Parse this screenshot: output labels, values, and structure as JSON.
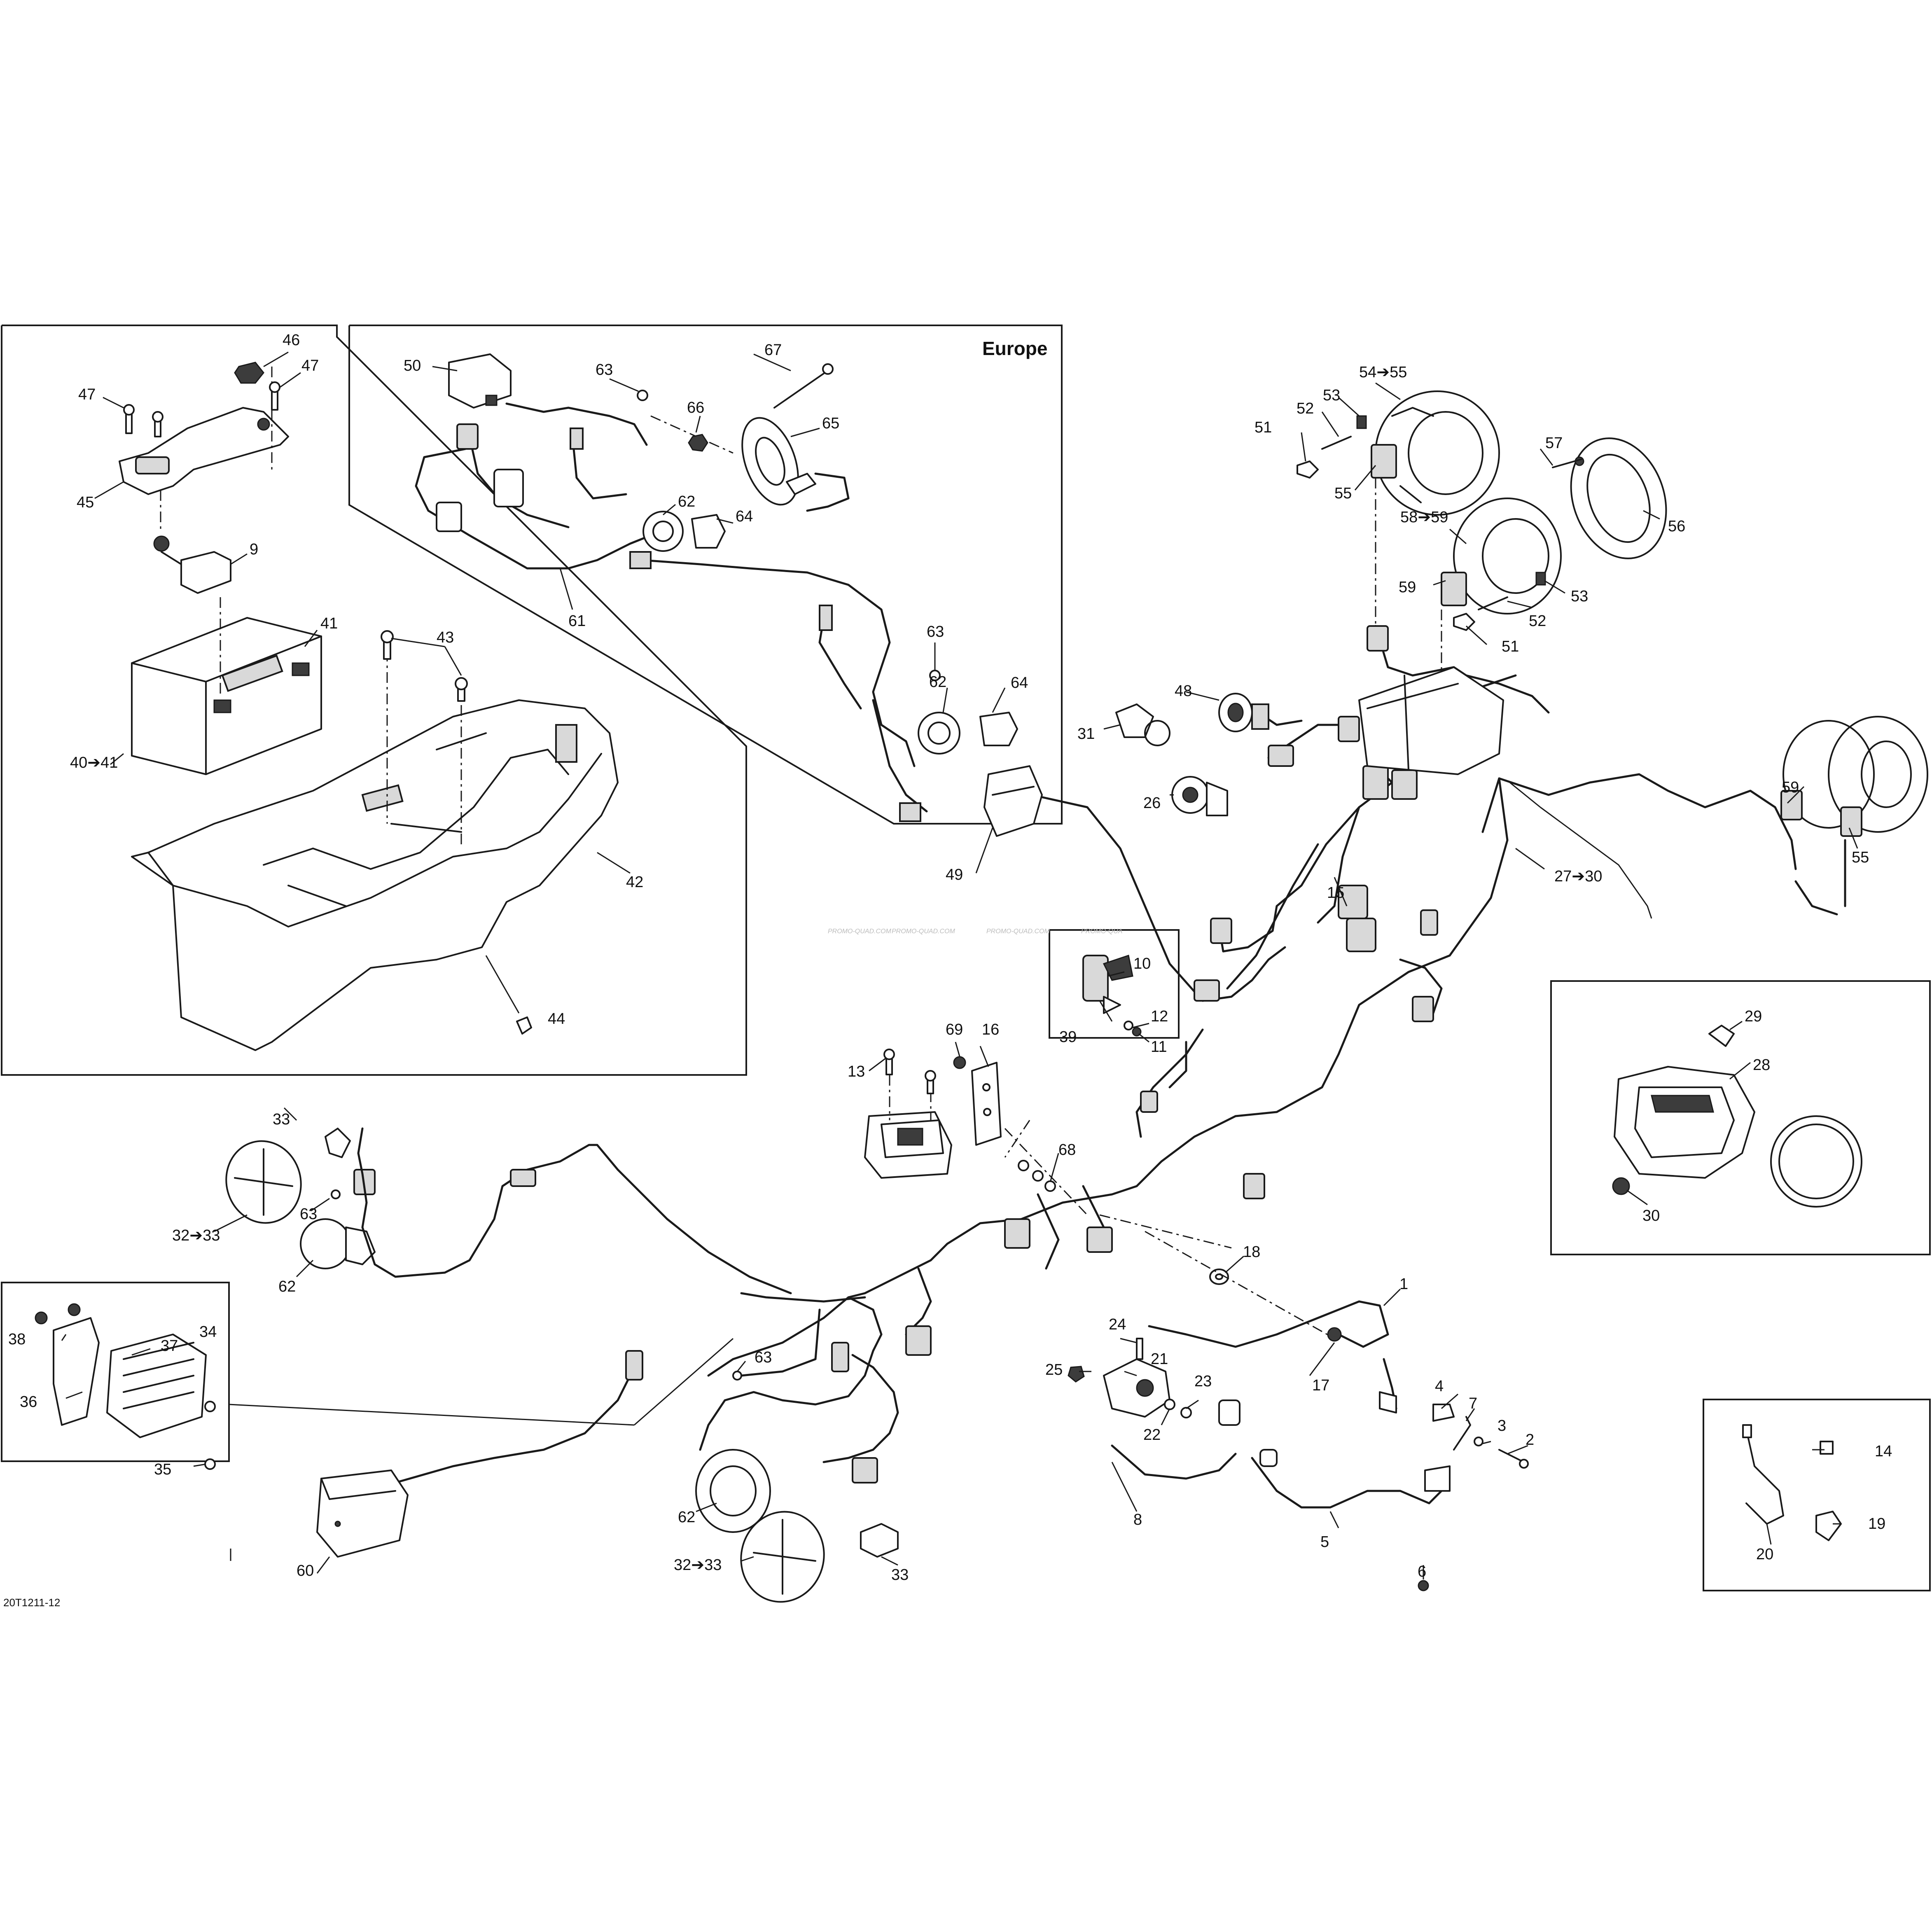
{
  "region_label": "Europe",
  "drawing_code": "20T1211-12",
  "watermark": [
    "PROMO-QUAD.COM",
    "PROMO-QUAD.COM",
    "PROMO-QUAD.COM",
    "PROMO-QUA"
  ],
  "callouts": {
    "c1": "1",
    "c2": "2",
    "c3": "3",
    "c4": "4",
    "c5": "5",
    "c6": "6",
    "c7": "7",
    "c8": "8",
    "c9": "9",
    "c10": "10",
    "c11": "11",
    "c12": "12",
    "c13": "13",
    "c14": "14",
    "c15": "15",
    "c16": "16",
    "c17": "17",
    "c18": "18",
    "c19": "19",
    "c20": "20",
    "c21": "21",
    "c22": "22",
    "c23": "23",
    "c24": "24",
    "c25": "25",
    "c26": "26",
    "c27": "27➔30",
    "c28": "28",
    "c29": "29",
    "c30": "30",
    "c31": "31",
    "c32a": "32➔33",
    "c32b": "32➔33",
    "c33a": "33",
    "c33b": "33",
    "c34": "34",
    "c35": "35",
    "c36": "36",
    "c37": "37",
    "c38": "38",
    "c39": "39",
    "c40": "40➔41",
    "c41": "41",
    "c42": "42",
    "c43": "43",
    "c44": "44",
    "c45": "45",
    "c46": "46",
    "c47a": "47",
    "c47b": "47",
    "c48": "48",
    "c49": "49",
    "c50": "50",
    "c51a": "51",
    "c51b": "51",
    "c52a": "52",
    "c52b": "52",
    "c53a": "53",
    "c53b": "53",
    "c54": "54➔55",
    "c55a": "55",
    "c55b": "55",
    "c56": "56",
    "c57": "57",
    "c58": "58➔59",
    "c59a": "59",
    "c59b": "59",
    "c60": "60",
    "c61": "61",
    "c62a": "62",
    "c62b": "62",
    "c62c": "62",
    "c62d": "62",
    "c63a": "63",
    "c63b": "63",
    "c63c": "63",
    "c63d": "63",
    "c64a": "64",
    "c64b": "64",
    "c65": "65",
    "c66": "66",
    "c67": "67",
    "c68": "68",
    "c69": "69"
  }
}
